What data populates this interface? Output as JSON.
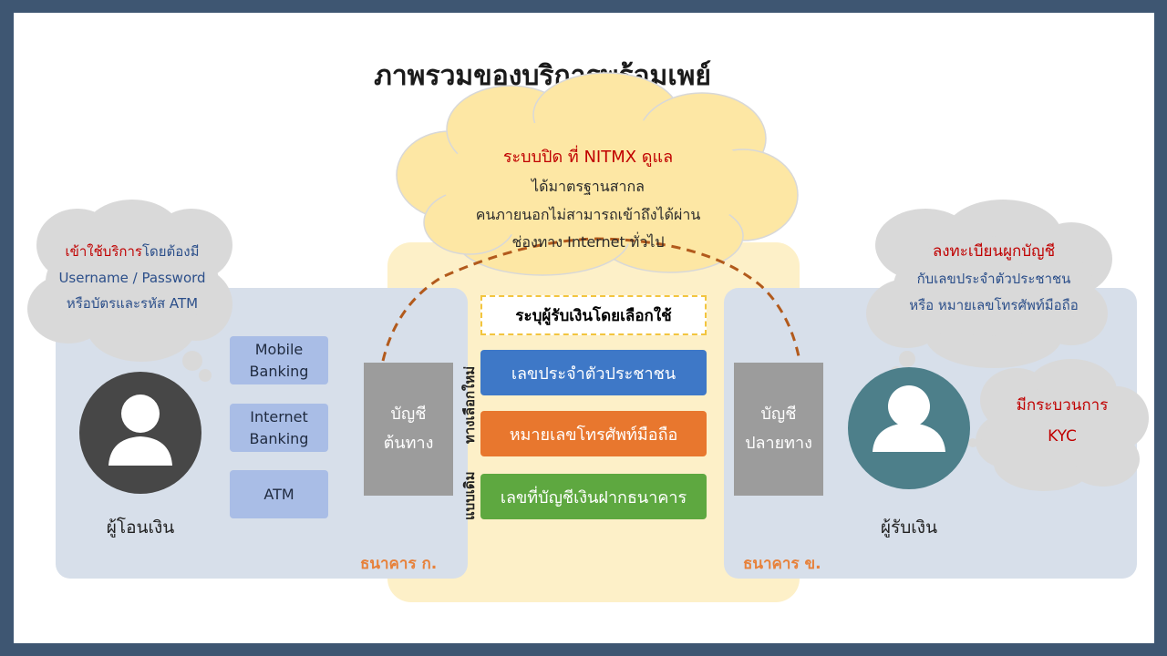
{
  "title": "ภาพรวมของบริการพร้อมเพย์",
  "nitmx_cloud": {
    "heading": "ระบบปิด ที่ NITMX ดูแล",
    "lines": [
      "ได้มาตรฐานสากล",
      "คนภายนอกไม่สามารถเข้าถึงได้ผ่าน",
      "ช่องทาง Internet ทั่วไป"
    ]
  },
  "sender_cloud": {
    "heading_red": "เข้าใช้บริการ",
    "heading_rest": "โดยต้องมี",
    "lines": [
      "Username / Password",
      "หรือบัตรและรหัส ATM"
    ]
  },
  "receiver_cloud": {
    "heading": "ลงทะเบียนผูกบัญชี",
    "lines": [
      "กับเลขประจำตัวประชาชน",
      "หรือ หมายเลขโทรศัพท์มือถือ"
    ]
  },
  "kyc_cloud": {
    "line1": "มีกระบวนการ",
    "line2": "KYC"
  },
  "channels": [
    {
      "line1": "Mobile",
      "line2": "Banking"
    },
    {
      "line1": "Internet",
      "line2": "Banking"
    },
    {
      "line1": "ATM",
      "line2": ""
    }
  ],
  "source_account": {
    "line1": "บัญชี",
    "line2": "ต้นทาง"
  },
  "dest_account": {
    "line1": "บัญชี",
    "line2": "ปลายทาง"
  },
  "specify_label": "ระบุผู้รับเงินโดยเลือกใช้",
  "new_way_label": "ทางเลือกใหม่",
  "old_way_label": "แบบเดิม",
  "options": {
    "id_number": "เลขประจำตัวประชาชน",
    "phone": "หมายเลขโทรศัพท์มือถือ",
    "account": "เลขที่บัญชีเงินฝากธนาคาร"
  },
  "sender_label": "ผู้โอนเงิน",
  "receiver_label": "ผู้รับเงิน",
  "bank_a_label": "ธนาคาร ก.",
  "bank_b_label": "ธนาคาร ข.",
  "colors": {
    "background": "#3e5672",
    "bank": "#d7dfea",
    "center": "#fdf0c8",
    "cloud": "#fde7a4",
    "gray_cloud": "#d9d9d9",
    "id_button": "#3e78c7",
    "phone_button": "#e8772e",
    "account_button": "#5ea840",
    "dashed_link": "#b25a1c",
    "accent_red": "#c00000",
    "accent_orange": "#e7813a"
  }
}
